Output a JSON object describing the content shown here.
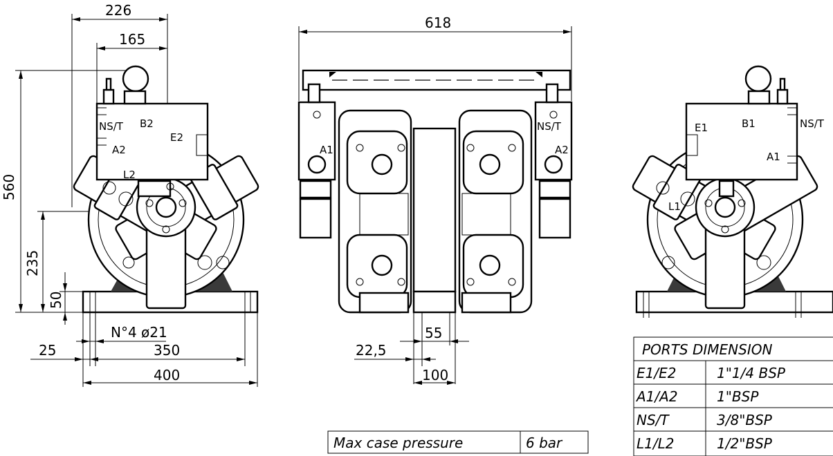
{
  "dimensions": {
    "w226": "226",
    "w165": "165",
    "h560": "560",
    "h235": "235",
    "h50": "50",
    "holes": "N°4  ø21",
    "w25": "25",
    "w350": "350",
    "w400": "400",
    "w618": "618",
    "w55": "55",
    "w22_5": "22,5",
    "w100": "100"
  },
  "left_view_ports": {
    "ns_t": "NS/T",
    "b2": "B2",
    "e2": "E2",
    "a2": "A2",
    "l2": "L2"
  },
  "center_view_ports": {
    "a1": "A1",
    "ns_t": "NS/T",
    "a2": "A2"
  },
  "right_view_ports": {
    "e1": "E1",
    "b1": "B1",
    "ns_t": "NS/T",
    "a1": "A1",
    "l1": "L1"
  },
  "case_pressure": {
    "label": "Max case pressure",
    "value": "6 bar"
  },
  "ports_table": {
    "title": "PORTS  DIMENSION",
    "rows": [
      {
        "port": "E1/E2",
        "size": "1\"1/4  BSP"
      },
      {
        "port": "A1/A2",
        "size": "1\"BSP"
      },
      {
        "port": "NS/T",
        "size": "3/8\"BSP"
      },
      {
        "port": "L1/L2",
        "size": "1/2\"BSP"
      }
    ]
  }
}
